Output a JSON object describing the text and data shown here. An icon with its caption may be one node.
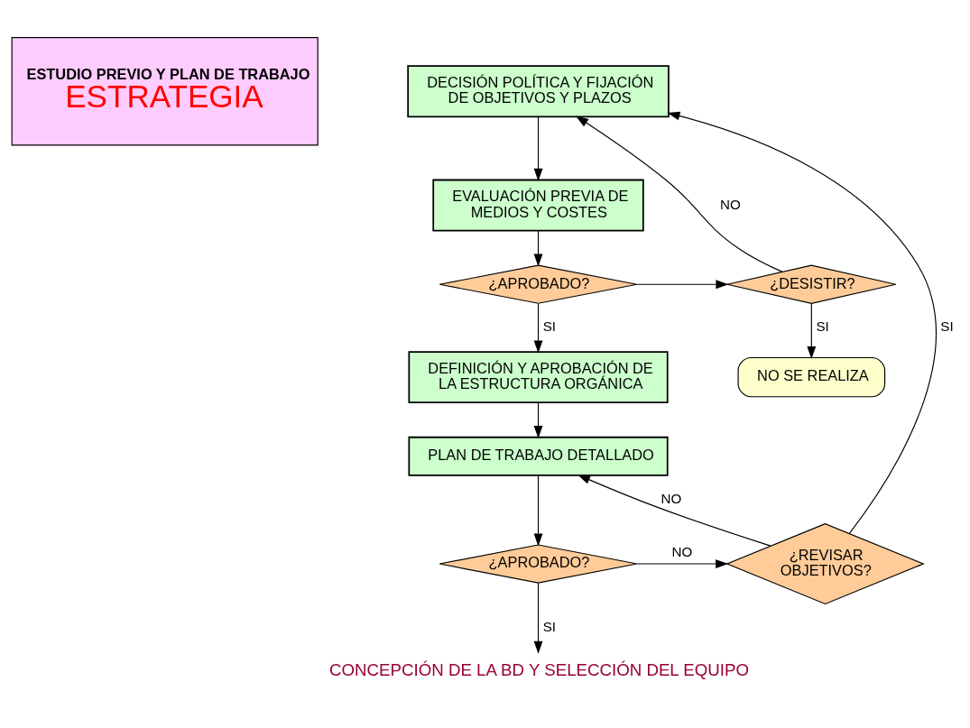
{
  "diagram": {
    "nodes": [
      {
        "text": [
          "ESTUDIO PREVIO Y PLAN DE TRABAJO",
          "ESTRATEGIA"
        ]
      },
      {
        "text": [
          "DECISIÓN POLÍTICA Y FIJACIÓN DE OBJETIVOS Y PLAZOS"
        ]
      },
      {
        "text": [
          "EVALUACIÓN PREVIA DE MEDIOS Y COSTES"
        ]
      },
      {
        "text": [
          "¿APROBADO?"
        ]
      },
      {
        "text": [
          "¿DESISTIR?"
        ]
      },
      {
        "text": [
          "NO SE REALIZA"
        ]
      },
      {
        "text": [
          "DEFINICIÓN Y APROBACIÓN DE LA ESTRUCTURA ORGÁNICA"
        ]
      },
      {
        "text": [
          "PLAN DE TRABAJO DETALLADO"
        ]
      },
      {
        "text": [
          "¿APROBADO?"
        ]
      },
      {
        "text": [
          "¿REVISAR OBJETIVOS?"
        ]
      },
      {
        "text": [
          "CONCEPCIÓN DE LA BD Y SELECCIÓN DEL EQUIPO"
        ]
      }
    ],
    "edges": [
      {
        "from": 1,
        "to": 2,
        "arrow": "to"
      },
      {
        "from": 2,
        "to": 3,
        "arrow": "to"
      },
      {
        "from": 3,
        "to": 4,
        "arrow": "to"
      },
      {
        "from": 4,
        "to": 1,
        "label": "NO",
        "arrow": "to"
      },
      {
        "from": 4,
        "to": 5,
        "label": "SI",
        "arrow": "to"
      },
      {
        "from": 3,
        "to": 6,
        "label": "SI",
        "arrow": "to"
      },
      {
        "from": 6,
        "to": 7,
        "arrow": "to"
      },
      {
        "from": 7,
        "to": 8,
        "arrow": "to"
      },
      {
        "from": 8,
        "to": 9,
        "label": "NO",
        "arrow": "to"
      },
      {
        "from": 9,
        "to": 7,
        "label": "NO",
        "arrow": "to"
      },
      {
        "from": 9,
        "to": 1,
        "label": "SI",
        "arrow": "to"
      },
      {
        "from": 8,
        "to": 10,
        "label": "SI",
        "arrow": "to"
      }
    ]
  }
}
